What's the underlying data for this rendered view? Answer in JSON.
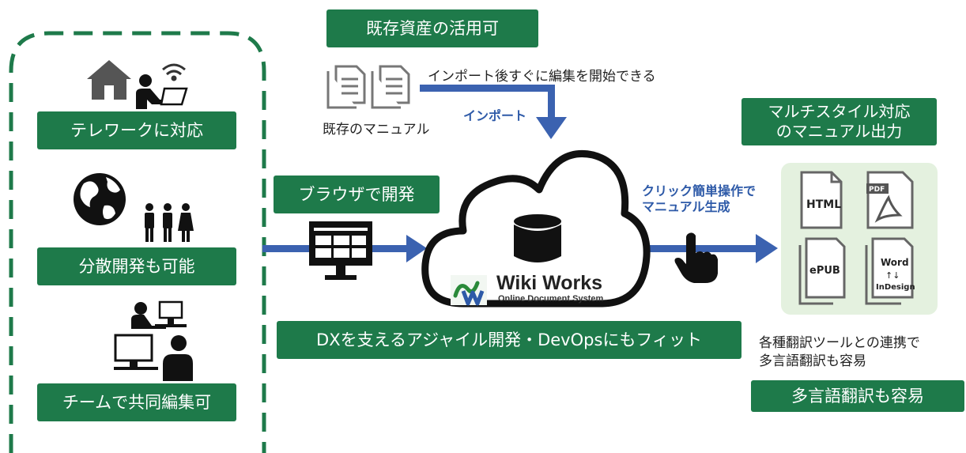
{
  "colors": {
    "green": "#1e7a4a",
    "blue_arrow": "#3b62b0",
    "blue_text": "#2e5aa8",
    "light_green_panel": "#e4f1df"
  },
  "left_panel": {
    "telework_label": "テレワークに対応",
    "distributed_label": "分散開発も可能",
    "team_label": "チームで共同編集可"
  },
  "top": {
    "assets_label": "既存資産の活用可",
    "import_caption": "インポート後すぐに編集を開始できる",
    "existing_manual_label": "既存のマニュアル",
    "import_arrow_label": "インポート"
  },
  "middle": {
    "browser_label": "ブラウザで開発",
    "click_label_line1": "クリック簡単操作で",
    "click_label_line2": "マニュアル生成",
    "dx_label": "DXを支えるアジャイル開発・DevOpsにもフィット"
  },
  "logo": {
    "brand": "Wiki Works",
    "tagline": "Online Document System"
  },
  "right": {
    "multistyle_line1": "マルチスタイル対応",
    "multistyle_line2": "のマニュアル出力",
    "formats": {
      "html": "HTML",
      "pdf": "PDF",
      "epub": "ePUB",
      "word": "Word",
      "word_arrows": "↑↓",
      "indesign": "InDesign"
    },
    "translation_caption_line1": "各種翻訳ツールとの連携で",
    "translation_caption_line2": "多言語翻訳も容易",
    "multilang_label": "多言語翻訳も容易"
  },
  "icons": [
    "house-icon",
    "wifi-icon",
    "laptop-user-icon",
    "globe-icon",
    "people-icon",
    "team-desk-icon",
    "document-icon",
    "monitor-icon",
    "cloud-icon",
    "database-icon",
    "hand-pointer-icon",
    "html-file-icon",
    "pdf-file-icon",
    "epub-file-icon",
    "word-indesign-file-icon"
  ]
}
